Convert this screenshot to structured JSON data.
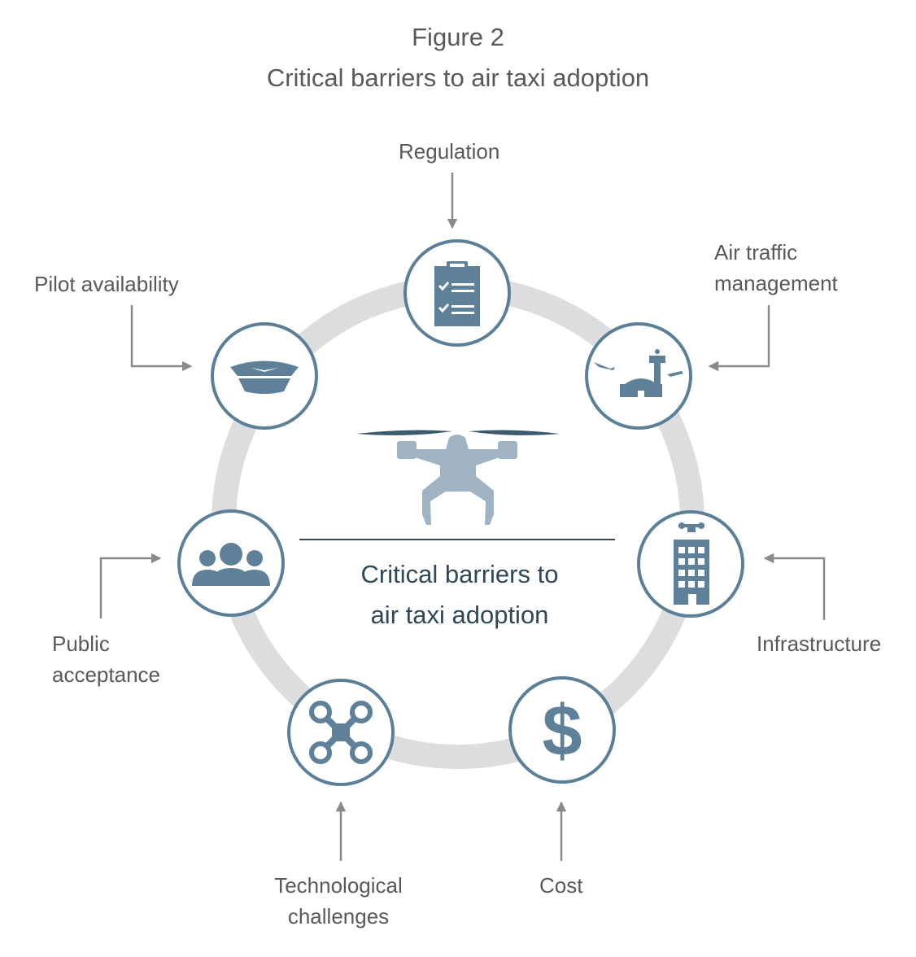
{
  "figure": {
    "number_label": "Figure 2",
    "title": "Critical barriers to air taxi adoption"
  },
  "center": {
    "line1": "Critical barriers to",
    "line2": "air taxi adoption",
    "icon": "air-taxi-icon"
  },
  "barriers": [
    {
      "label": "Regulation",
      "icon": "clipboard-checklist-icon"
    },
    {
      "label_line1": "Air traffic",
      "label_line2": "management",
      "icon": "airport-control-tower-icon"
    },
    {
      "label": "Infrastructure",
      "icon": "building-vertiport-icon"
    },
    {
      "label": "Cost",
      "icon": "dollar-sign-icon"
    },
    {
      "label_line1": "Technological",
      "label_line2": "challenges",
      "icon": "drone-icon"
    },
    {
      "label_line1": "Public",
      "label_line2": "acceptance",
      "icon": "people-group-icon"
    },
    {
      "label": "Pilot availability",
      "icon": "pilot-cap-icon"
    }
  ],
  "colors": {
    "icon_fill": "#5e8099",
    "circle_stroke": "#5b7f96",
    "ring": "#dcdddf",
    "arrow": "#8a8a8a",
    "text": "#58595b",
    "center_text": "#2f4858",
    "drone_body": "#9fb3c3"
  }
}
